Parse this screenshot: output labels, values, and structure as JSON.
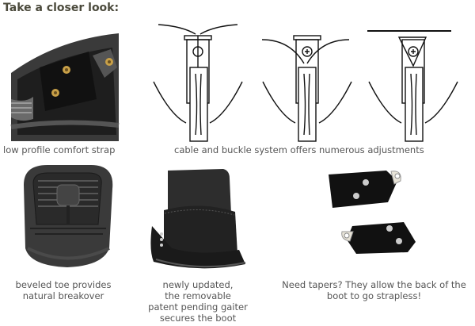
{
  "title": "Take a closer look:",
  "colors": {
    "title": "#4b4a3c",
    "caption": "#555555",
    "rubber": "#2a2a2a"
  },
  "items": [
    {
      "id": "strap",
      "image": "comfort-strap-photo",
      "caption": "low profile comfort strap"
    },
    {
      "id": "cable",
      "image": "cable-buckle-diagrams",
      "caption": "cable and buckle system offers numerous adjustments"
    },
    {
      "id": "toe",
      "image": "sole-photo",
      "caption_lines": [
        "beveled toe provides",
        "natural breakover"
      ]
    },
    {
      "id": "gaiter",
      "image": "boot-gaiter-photo",
      "caption_lines": [
        "newly updated,",
        "the removable",
        "patent pending gaiter",
        "secures the boot"
      ]
    },
    {
      "id": "tapers",
      "image": "taper-plates-photo",
      "caption_lines": [
        "Need tapers? They allow the back of the",
        "boot to go strapless!"
      ]
    }
  ]
}
